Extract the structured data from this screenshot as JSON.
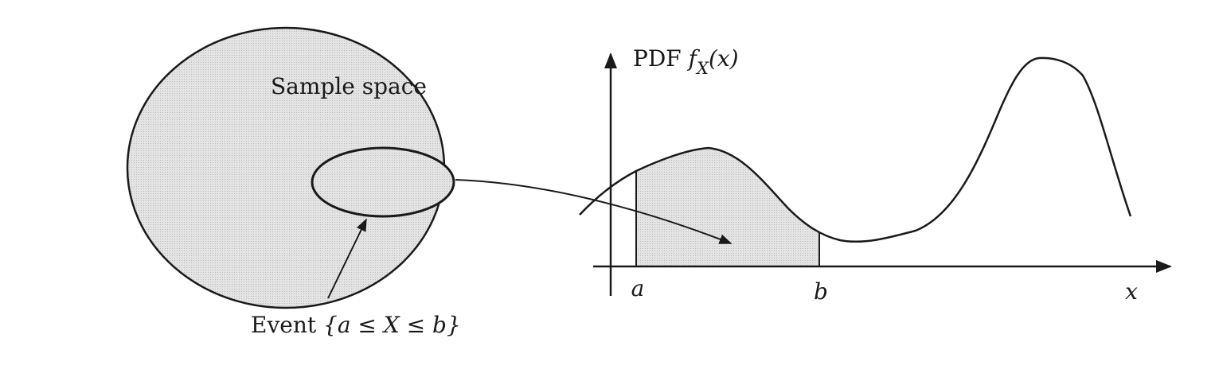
{
  "sample_space": {
    "label": "Sample space",
    "fill_color": "#d9d9d9",
    "stroke_color": "#1a1a1a"
  },
  "event": {
    "label_prefix": "Event ",
    "label_set": "{a ≤ X ≤ b}"
  },
  "pdf_plot": {
    "title_prefix": "PDF ",
    "title_func": "f",
    "title_sub": "X",
    "title_arg": "(x)",
    "x_axis_label": "x",
    "bound_a": "a",
    "bound_b": "b",
    "shade_color": "#d0d0d0",
    "curve_color": "#1a1a1a"
  }
}
